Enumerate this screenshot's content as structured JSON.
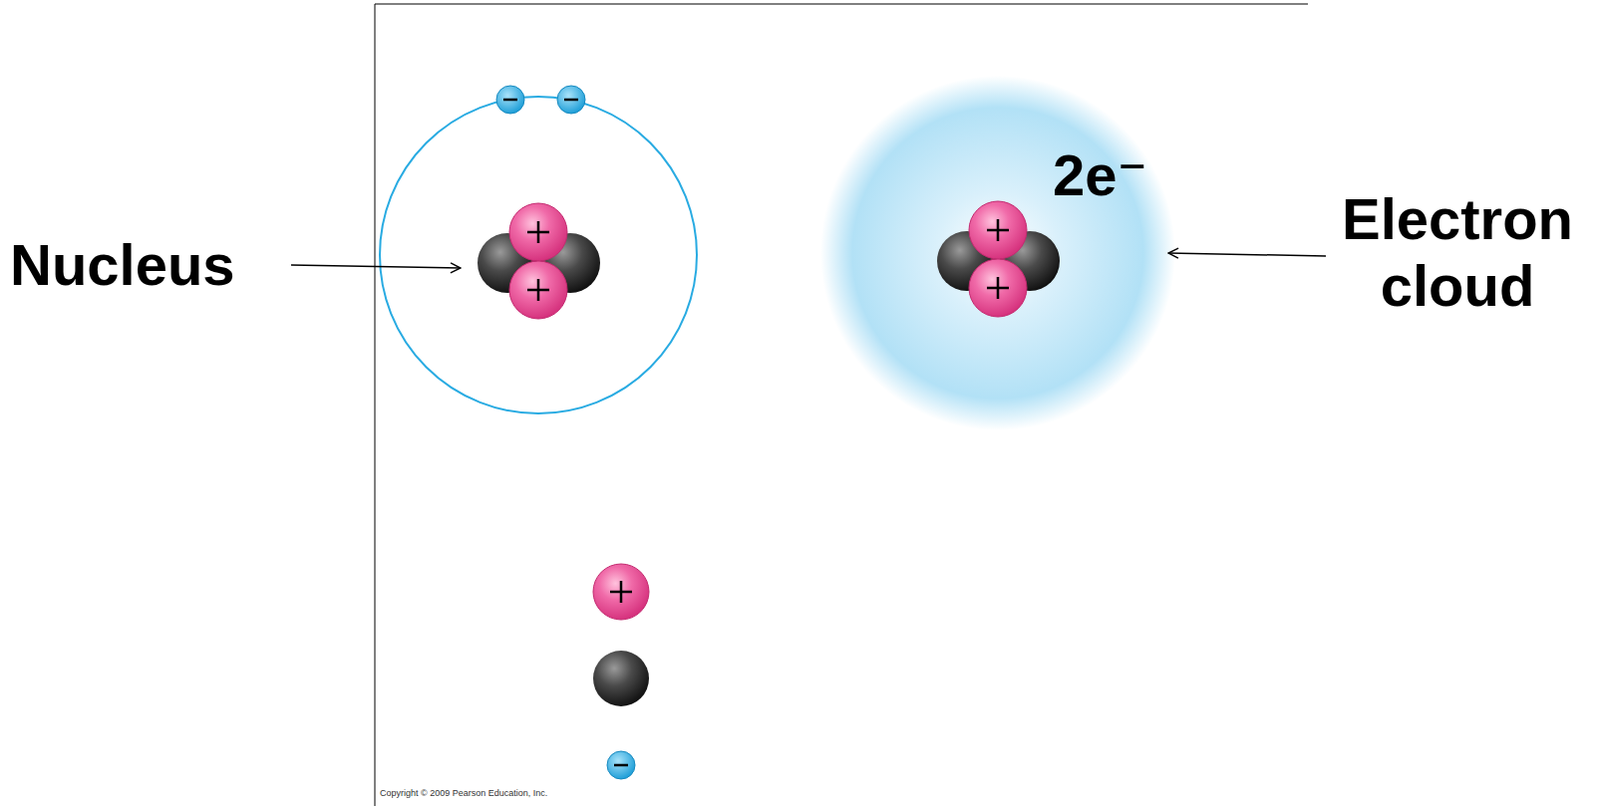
{
  "diagram": {
    "labels": [
      "Nucleus",
      "2e⁻",
      "Electron cloud",
      "Copyright © 2009 Pearson Education, Inc."
    ]
  }
}
